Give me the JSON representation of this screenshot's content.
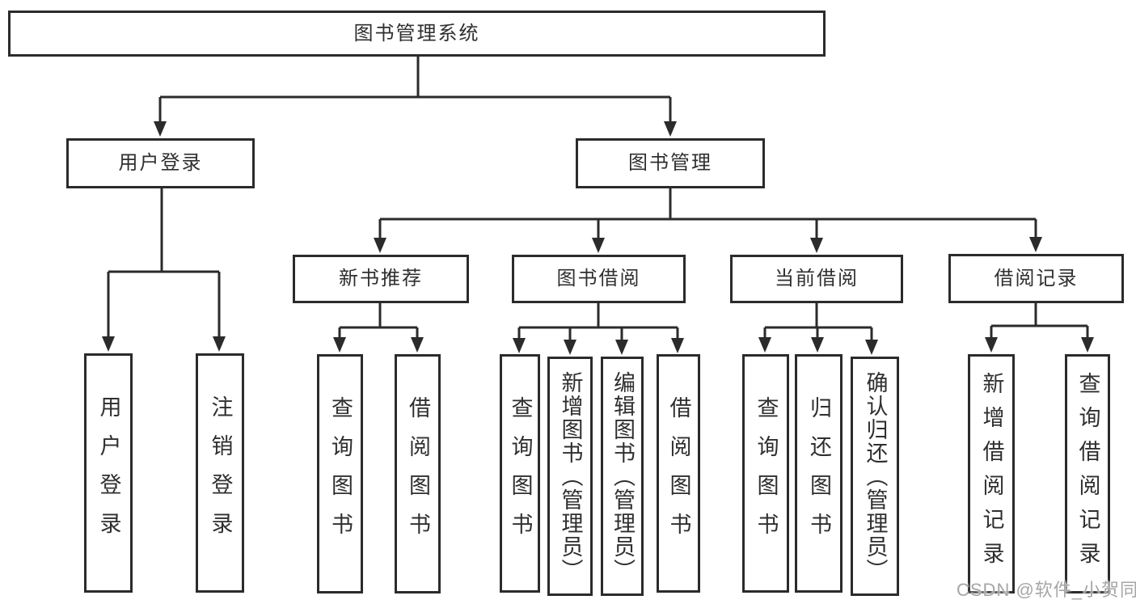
{
  "diagram": {
    "root": "图书管理系统",
    "branches": [
      {
        "label": "用户登录",
        "children": [
          {
            "label": "用户登录"
          },
          {
            "label": "注销登录"
          }
        ]
      },
      {
        "label": "图书管理",
        "children": [
          {
            "label": "新书推荐",
            "children": [
              {
                "label": "查询图书"
              },
              {
                "label": "借阅图书"
              }
            ]
          },
          {
            "label": "图书借阅",
            "children": [
              {
                "label": "查询图书"
              },
              {
                "label": "新增图书（管理员）"
              },
              {
                "label": "编辑图书（管理员）"
              },
              {
                "label": "借阅图书"
              }
            ]
          },
          {
            "label": "当前借阅",
            "children": [
              {
                "label": "查询图书"
              },
              {
                "label": "归还图书"
              },
              {
                "label": "确认归还（管理员）"
              }
            ]
          },
          {
            "label": "借阅记录",
            "children": [
              {
                "label": "新增借阅记录"
              },
              {
                "label": "查询借阅记录"
              }
            ]
          }
        ]
      }
    ],
    "watermark": "CSDN @软件_小贺同学",
    "colors": {
      "line": "#2b2b2b",
      "text": "#2f2f2f",
      "box_background": "#ffffff",
      "watermark": "#a6a6a6",
      "page_background": "#ffffff"
    }
  }
}
